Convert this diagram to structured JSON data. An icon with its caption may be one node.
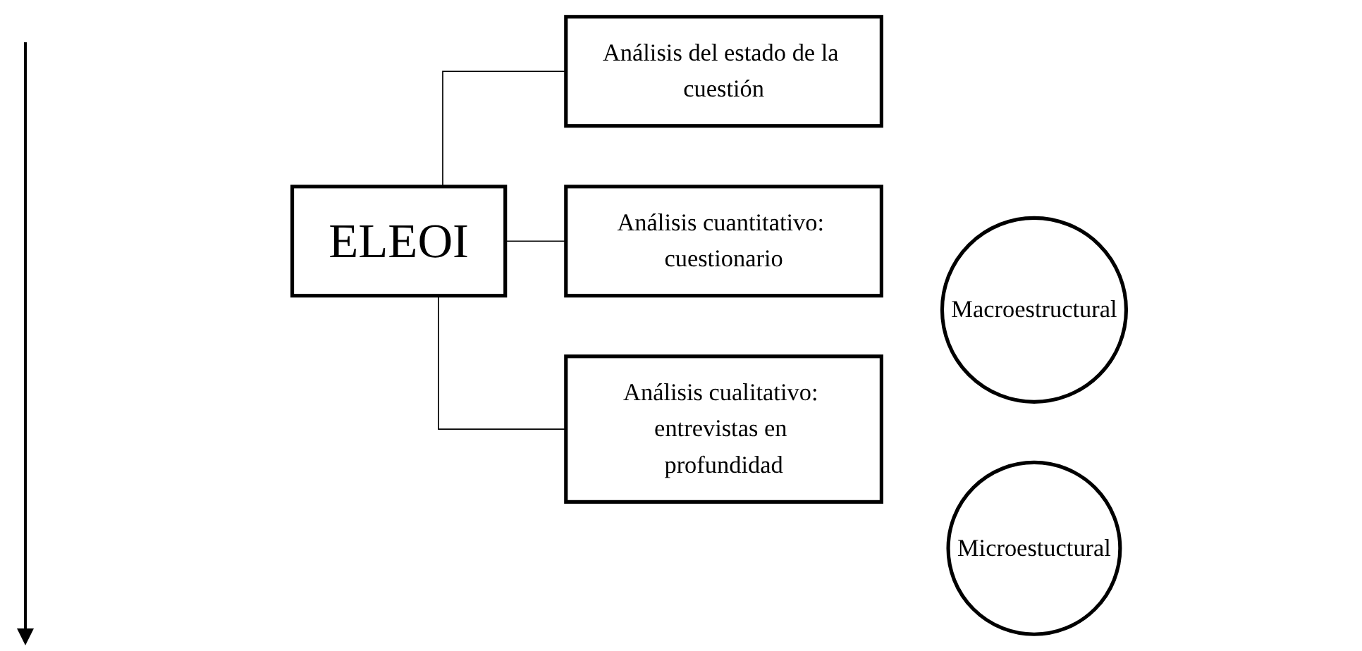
{
  "diagram": {
    "nodes": [
      {
        "text": [
          "ELEOI"
        ]
      },
      {
        "text": [
          "Análisis del estado de la cuestión"
        ]
      },
      {
        "text": [
          "Análisis cuantitativo: cuestionario"
        ]
      },
      {
        "text": [
          "Análisis cualitativo: entrevistas en profundidad"
        ]
      },
      {
        "text": [
          "Macroestructural"
        ]
      },
      {
        "text": [
          "Microestuctural"
        ]
      }
    ],
    "edges": [
      {
        "from": 0,
        "to": 1,
        "arrow": "none"
      },
      {
        "from": 0,
        "to": 2,
        "arrow": "none"
      },
      {
        "from": 0,
        "to": 3,
        "arrow": "none"
      }
    ]
  }
}
